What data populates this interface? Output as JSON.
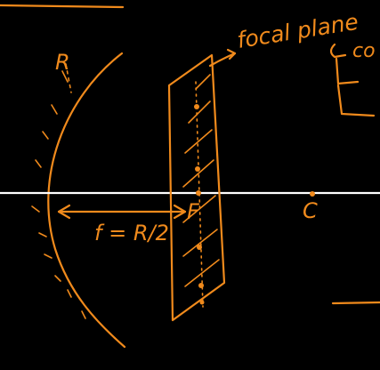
{
  "labels": {
    "mirror_label": "R",
    "focus_label": "F",
    "center_label": "C",
    "focal_length_formula": "f = R/2",
    "focal_plane_label": "focal plane",
    "sub_label_partial": "co"
  },
  "colors": {
    "background": "#000000",
    "ink": "#f08a1c",
    "axis": "#ffffff"
  }
}
